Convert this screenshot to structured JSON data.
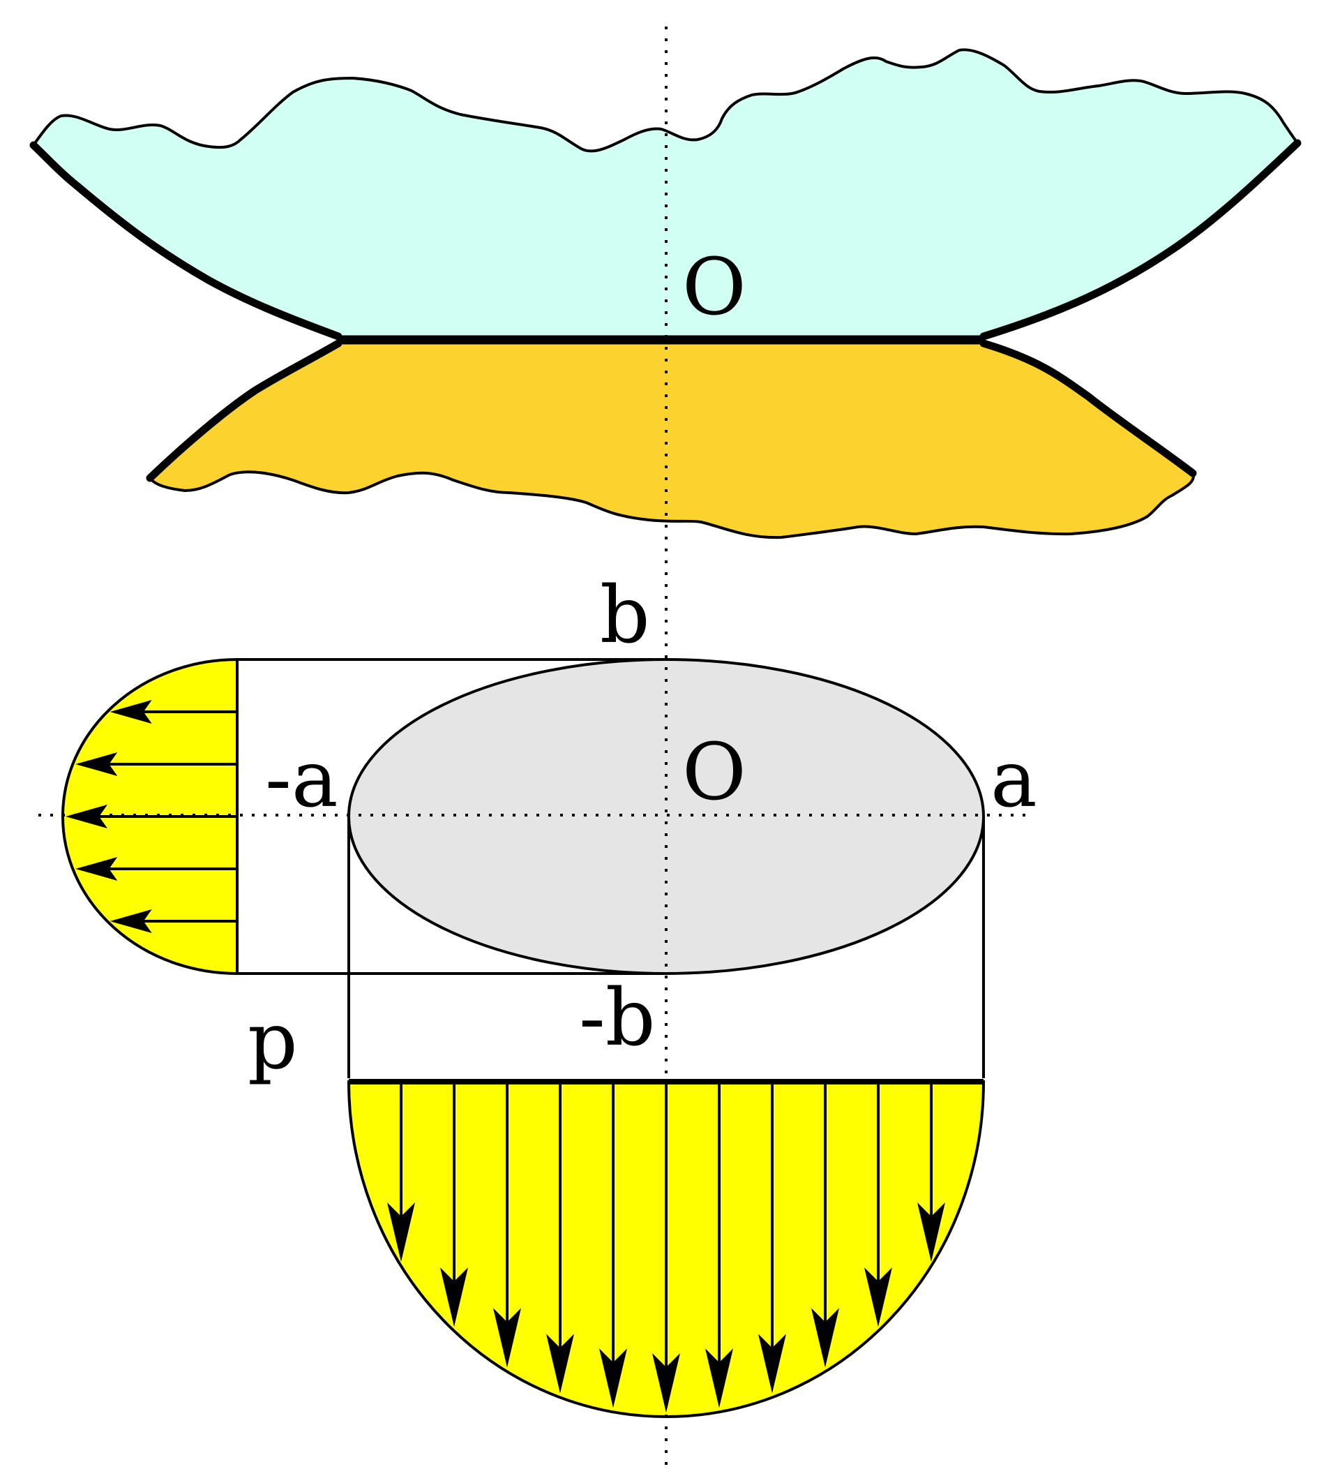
{
  "labels": {
    "origin_top": "O",
    "origin_bottom": "O",
    "b": "b",
    "neg_b": "-b",
    "a": "a",
    "neg_a": "-a",
    "p": "p"
  },
  "colors": {
    "upper_body": "#d2fff4",
    "lower_body": "#fcd32e",
    "pressure": "#ffff00",
    "contact_ellipse": "#e5e5e5",
    "stroke": "#000000"
  }
}
